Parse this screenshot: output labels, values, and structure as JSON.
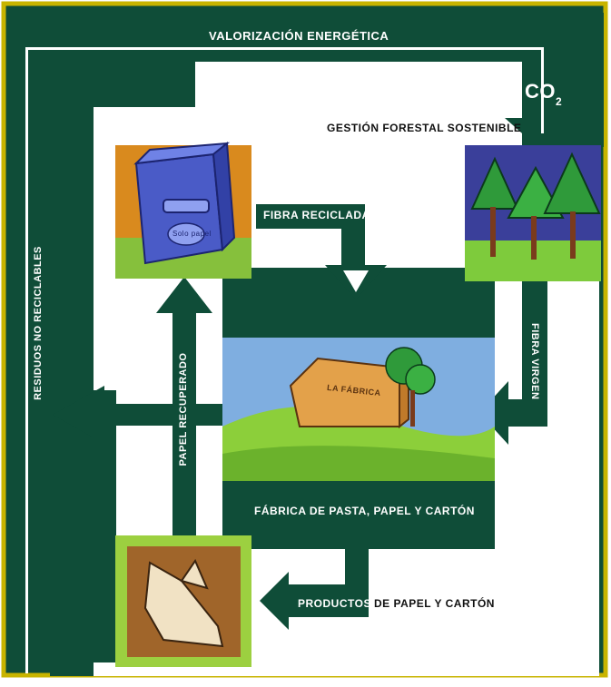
{
  "labels": {
    "valorizacion": "VALORIZACIÓN ENERGÉTICA",
    "co2_main": "CO",
    "co2_sub": "2",
    "gestion": "GESTIÓN FORESTAL SOSTENIBLE",
    "fibra_reciclada": "FIBRA RECICLADA",
    "residuos": "RESIDUOS NO RECICLABLES",
    "papel_recuperado": "PAPEL RECUPERADO",
    "fibra_virgen": "FIBRA VIRGEN",
    "fabrica": "FÁBRICA DE PASTA, PAPEL Y CARTÓN",
    "productos_a": "PRODUCTOS",
    "productos_b": "DE PAPEL Y CARTÓN",
    "sign": "LA FÁBRICA",
    "bin_note": "Solo papel"
  },
  "colors": {
    "green": "#0f4d38",
    "yellow_border": "#c8b400",
    "white": "#ffffff"
  }
}
